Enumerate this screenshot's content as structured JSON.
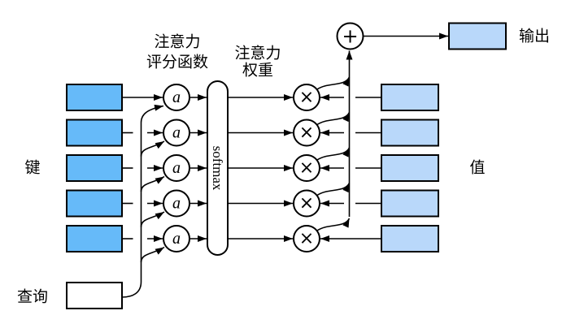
{
  "diagram": {
    "title": "attention-pooling-diagram",
    "labels": {
      "keys": "键",
      "query": "查询",
      "values": "值",
      "output": "输出",
      "scoring_line1": "注意力",
      "scoring_line2": "评分函数",
      "weights_line1": "注意力",
      "weights_line2": "权重",
      "softmax": "softmax",
      "score_node": "a",
      "multiply_node": "×",
      "sum_node": "+"
    },
    "colors": {
      "key_fill": "#66baf9",
      "value_fill": "#b9d8fa",
      "output_fill": "#b9d8fa",
      "query_fill": "#ffffff",
      "node_fill": "#ffffff",
      "line": "#000000"
    },
    "counts": {
      "keys": 5,
      "values": 5,
      "score_nodes": 5,
      "multiply_nodes": 5
    }
  }
}
